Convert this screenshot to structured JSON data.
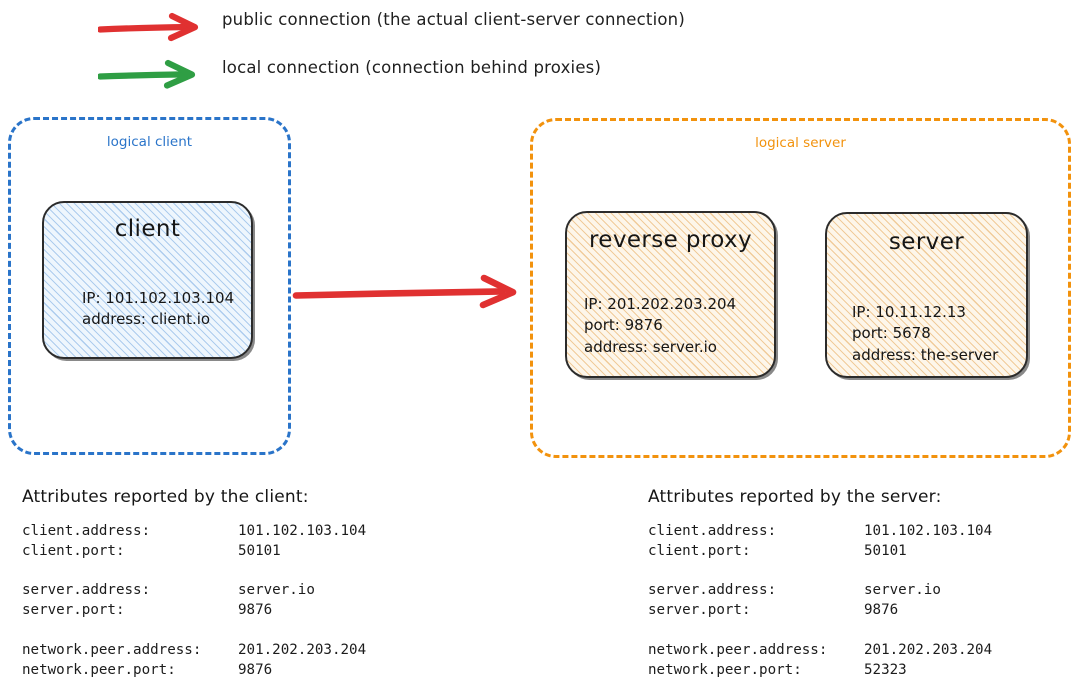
{
  "legend": {
    "items": [
      {
        "icon": "red-arrow-icon",
        "color": "#e03131",
        "label": "public connection (the actual client-server connection)"
      },
      {
        "icon": "green-arrow-icon",
        "color": "#2f9e44",
        "label": "local connection (connection behind proxies)"
      }
    ]
  },
  "groups": {
    "client": {
      "label": "logical client",
      "color": "#2a74c9"
    },
    "server": {
      "label": "logical server",
      "color": "#f2920d"
    }
  },
  "nodes": {
    "client": {
      "title": "client",
      "lines": [
        "IP: 101.102.103.104",
        "address: client.io"
      ]
    },
    "reverse_proxy": {
      "title": "reverse proxy",
      "lines": [
        "IP: 201.202.203.204",
        "port: 9876",
        "address: server.io"
      ]
    },
    "server": {
      "title": "server",
      "lines": [
        "IP: 10.11.12.13",
        "port: 5678",
        "address: the-server"
      ]
    }
  },
  "connections": {
    "public_arrow": {
      "name": "public-connection-arrow",
      "color": "#e03131"
    }
  },
  "attributes": {
    "client": {
      "heading": "Attributes reported by the client:",
      "rows": [
        {
          "key": "client.address:",
          "value": "101.102.103.104"
        },
        {
          "key": "client.port:",
          "value": "50101"
        },
        {
          "key": "",
          "value": ""
        },
        {
          "key": "server.address:",
          "value": "server.io"
        },
        {
          "key": "server.port:",
          "value": "9876"
        },
        {
          "key": "",
          "value": ""
        },
        {
          "key": "network.peer.address:",
          "value": "201.202.203.204"
        },
        {
          "key": "network.peer.port:",
          "value": "9876"
        }
      ]
    },
    "server": {
      "heading": "Attributes reported by the server:",
      "rows": [
        {
          "key": "client.address:",
          "value": "101.102.103.104"
        },
        {
          "key": "client.port:",
          "value": "50101"
        },
        {
          "key": "",
          "value": ""
        },
        {
          "key": "server.address:",
          "value": "server.io"
        },
        {
          "key": "server.port:",
          "value": "9876"
        },
        {
          "key": "",
          "value": ""
        },
        {
          "key": "network.peer.address:",
          "value": "201.202.203.204"
        },
        {
          "key": "network.peer.port:",
          "value": "52323"
        }
      ]
    }
  }
}
